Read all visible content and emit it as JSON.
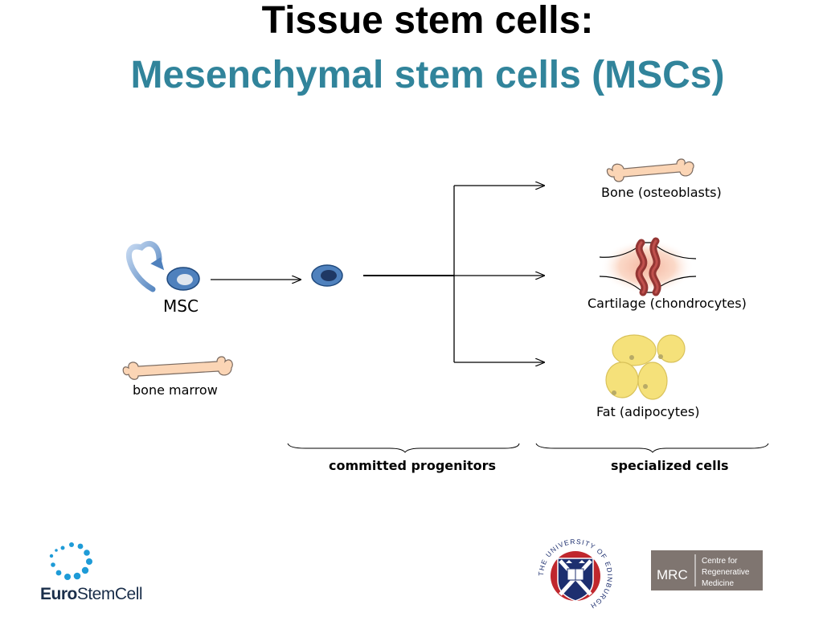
{
  "slide": {
    "title": "Tissue stem cells:",
    "subtitle": "Mesenchymal stem cells (MSCs)"
  },
  "diagram": {
    "msc_label": "MSC",
    "bone_marrow_label": "bone marrow",
    "outcomes": {
      "bone": "Bone (osteoblasts)",
      "cartilage": "Cartilage (chondrocytes)",
      "fat": "Fat (adipocytes)"
    },
    "brackets": {
      "progenitors": "committed progenitors",
      "specialized": "specialized cells"
    }
  },
  "logos": {
    "eurostemcell": {
      "part1": "Euro",
      "part2": "StemCell"
    },
    "edinburgh": {
      "ring_text": "THE UNIVERSITY OF EDINBURGH"
    },
    "mrc": {
      "abbr": "MRC",
      "line1": "Centre for",
      "line2": "Regenerative",
      "line3": "Medicine"
    }
  },
  "colors": {
    "title": "#000000",
    "subtitle": "#31849b",
    "cell_blue": "#4f81bd",
    "cell_dark": "#1f497d",
    "bone_fill": "#fbd5b5",
    "fat_fill": "#f5e17a",
    "cartilage_red": "#943634",
    "mrc_box": "#7f7570",
    "edinburgh_red": "#c0272d",
    "edinburgh_blue": "#1d2f6f",
    "eurostemcell_blue": "#1e9bd7"
  },
  "icons": {
    "self_renewal": "circular-arrow-icon",
    "bone": "bone-icon",
    "cartilage": "cartilage-joint-icon",
    "fat": "fat-cells-icon"
  }
}
